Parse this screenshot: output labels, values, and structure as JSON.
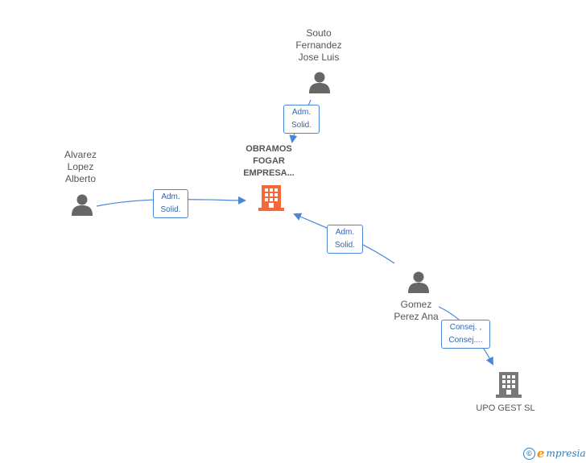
{
  "nodes": {
    "main_company": {
      "label": "OBRAMOS\nFOGAR\nEMPRESA..."
    },
    "upo_gest": {
      "label": "UPO GEST SL"
    },
    "souto": {
      "label": "Souto\nFernandez\nJose Luis"
    },
    "alvarez": {
      "label": "Alvarez\nLopez\nAlberto"
    },
    "gomez": {
      "label": "Gomez\nPerez Ana"
    }
  },
  "edges": {
    "souto_main": {
      "label": "Adm.\nSolid."
    },
    "alvarez_main": {
      "label": "Adm.\nSolid."
    },
    "gomez_main": {
      "label": "Adm.\nSolid."
    },
    "gomez_upo": {
      "label": "Consej. ,\nConsej...."
    }
  },
  "colors": {
    "main_company": "#f4683a",
    "other_company": "#777777",
    "person": "#666666",
    "edge": "#4a86d8"
  },
  "brand": {
    "copyright": "©",
    "e": "e",
    "rest": "mpresia"
  }
}
